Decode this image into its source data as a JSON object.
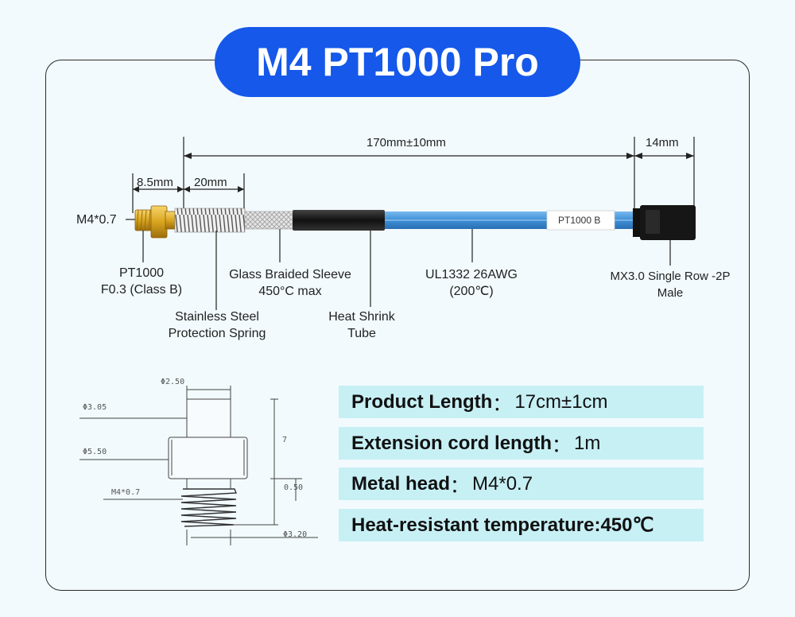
{
  "title": "M4 PT1000 Pro",
  "dimensions": {
    "overall": "170mm±10mm",
    "connector": "14mm",
    "head": "8.5mm",
    "spring": "20mm",
    "thread": "M4*0.7"
  },
  "callouts": {
    "sensor_line1": "PT1000",
    "sensor_line2": "F0.3 (Class B)",
    "spring_line1": "Stainless Steel",
    "spring_line2": "Protection Spring",
    "sleeve_line1": "Glass Braided Sleeve",
    "sleeve_line2": "450°C max",
    "shrink_line1": "Heat Shrink",
    "shrink_line2": "Tube",
    "cable_line1": "UL1332 26AWG",
    "cable_line2": "(200℃)",
    "connector_line1": "MX3.0 Single Row -2P",
    "connector_line2": "Male",
    "cable_tag": "PT1000 B"
  },
  "drawing": {
    "d_top": "Φ2.50",
    "d_collar": "Φ3.05",
    "d_body": "Φ5.50",
    "thread": "M4*0.7",
    "d_tip": "Φ3.20",
    "height": "7",
    "thread_len": "0.50"
  },
  "specs": [
    {
      "key": "Product Length",
      "sep": "：",
      "value": "17cm±1cm"
    },
    {
      "key": "Extension cord length",
      "sep": "：",
      "value": "1m"
    },
    {
      "key": "Metal head",
      "sep": "：",
      "value": "M4*0.7"
    },
    {
      "key": "Heat-resistant temperature: ",
      "sep": "",
      "value": "450℃"
    }
  ],
  "colors": {
    "title_bg": "#1558ea",
    "spec_bg": "#c7f0f5",
    "cable": "#3d8fd6",
    "brass": "#d9a520"
  }
}
